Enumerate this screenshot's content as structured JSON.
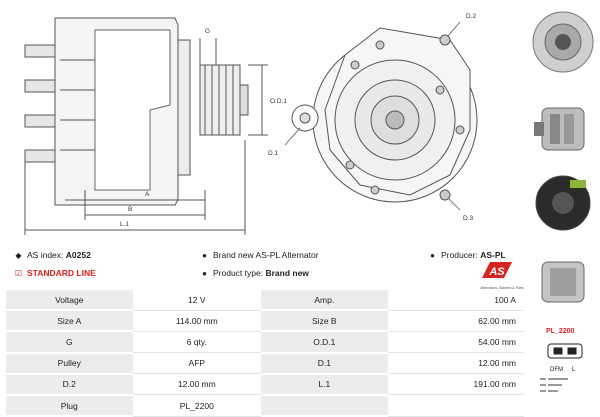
{
  "drawing": {
    "labels": {
      "d2": "D.2",
      "d1": "D.1",
      "d3": "D.3",
      "g": "G",
      "od1": "O.D.1",
      "a": "A",
      "b": "B",
      "l1": "L.1"
    }
  },
  "meta": {
    "as_index_label": "AS index:",
    "as_index_value": "A0252",
    "standard_line": "STANDARD LINE",
    "brand_new": "Brand new AS-PL Alternator",
    "product_type_label": "Product type:",
    "product_type_value": "Brand new",
    "producer_label": "Producer:",
    "producer_value": "AS-PL",
    "logo_text": "AS",
    "logo_tagline": "Alternators, Starters & Parts"
  },
  "spec_rows": [
    {
      "l1": "Voltage",
      "v1": "12 V",
      "l2": "Amp.",
      "v2": "100 A"
    },
    {
      "l1": "Size A",
      "v1": "114.00 mm",
      "l2": "Size B",
      "v2": "62.00 mm"
    },
    {
      "l1": "G",
      "v1": "6 qty.",
      "l2": "O.D.1",
      "v2": "54.00 mm"
    },
    {
      "l1": "Pulley",
      "v1": "AFP",
      "l2": "D.1",
      "v2": "12.00 mm"
    },
    {
      "l1": "D.2",
      "v1": "12.00 mm",
      "l2": "L.1",
      "v2": "191.00 mm"
    },
    {
      "l1": "Plug",
      "v1": "PL_2200",
      "l2": "",
      "v2": ""
    }
  ],
  "plug": {
    "code": "PL_2200",
    "pin1": "DFM",
    "pin2": "L"
  },
  "colors": {
    "accent": "#d6231e",
    "label_bg": "#ececec"
  }
}
